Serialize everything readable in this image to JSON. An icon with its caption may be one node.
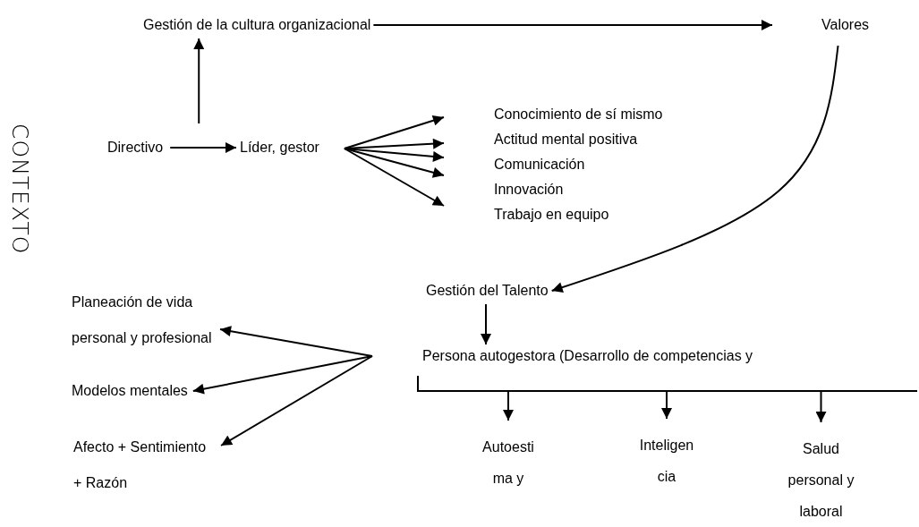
{
  "diagram": {
    "nodes": [
      {
        "text": [
          "Gestión de la cultura organizacional"
        ]
      },
      {
        "text": [
          "Valores"
        ]
      },
      {
        "text": [
          "Directivo"
        ]
      },
      {
        "text": [
          "Líder, gestor"
        ]
      },
      {
        "text": [
          "Conocimiento de sí mismo"
        ]
      },
      {
        "text": [
          "Actitud mental positiva"
        ]
      },
      {
        "text": [
          "Comunicación"
        ]
      },
      {
        "text": [
          "Innovación"
        ]
      },
      {
        "text": [
          "Trabajo en equipo"
        ]
      },
      {
        "text": [
          "Gestión del Talento"
        ]
      },
      {
        "text": [
          "Persona autogestora (Desarrollo de competencias y"
        ]
      },
      {
        "text": [
          "Planeación de vida personal y profesional"
        ]
      },
      {
        "text": [
          "Modelos mentales"
        ]
      },
      {
        "text": [
          "Afecto + Sentimiento + Razón"
        ]
      },
      {
        "text": [
          "Autoesti ma y"
        ]
      },
      {
        "text": [
          "Inteligen cia"
        ]
      },
      {
        "text": [
          "Salud personal y laboral"
        ]
      }
    ],
    "edges": [
      {
        "from": 2,
        "to": 0,
        "arrow": "to"
      },
      {
        "from": 0,
        "to": 1,
        "arrow": "to"
      },
      {
        "from": 2,
        "to": 3,
        "arrow": "to"
      },
      {
        "from": 3,
        "to": 4,
        "arrow": "to"
      },
      {
        "from": 3,
        "to": 5,
        "arrow": "to"
      },
      {
        "from": 3,
        "to": 6,
        "arrow": "to"
      },
      {
        "from": 3,
        "to": 7,
        "arrow": "to"
      },
      {
        "from": 3,
        "to": 8,
        "arrow": "to"
      },
      {
        "from": 1,
        "to": 9,
        "arrow": "to"
      },
      {
        "from": 9,
        "to": 10,
        "arrow": "to"
      },
      {
        "from": 10,
        "to": 11,
        "arrow": "to"
      },
      {
        "from": 10,
        "to": 12,
        "arrow": "to"
      },
      {
        "from": 10,
        "to": 13,
        "arrow": "to"
      },
      {
        "from": 10,
        "to": 14,
        "arrow": "to"
      },
      {
        "from": 10,
        "to": 15,
        "arrow": "to"
      },
      {
        "from": 10,
        "to": 16,
        "arrow": "to"
      }
    ],
    "labels": [
      "CONTEXTO"
    ]
  }
}
